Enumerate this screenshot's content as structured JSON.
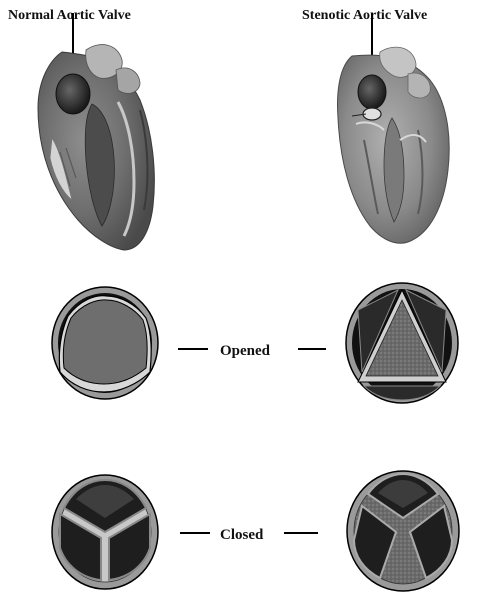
{
  "titles": {
    "normal": "Normal Aortic Valve",
    "stenotic": "Stenotic Aortic Valve"
  },
  "labels": {
    "opened": "Opened",
    "closed": "Closed"
  }
}
